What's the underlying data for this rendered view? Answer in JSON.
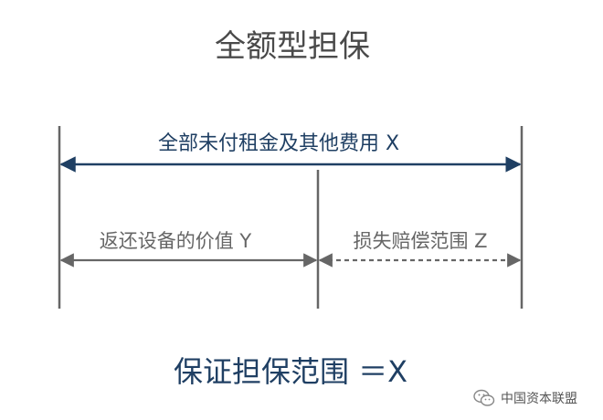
{
  "title": "全额型担保",
  "labels": {
    "total": "全部未付租金及其他费用 X",
    "return_value": "返还设备的价值 Y",
    "loss_scope": "损失赔偿范围 Z",
    "formula": "保证担保范围 ＝X"
  },
  "watermark": "中国资本联盟",
  "colors": {
    "dark_blue": "#1f3f63",
    "gray": "#666666",
    "title": "#4a4a4a"
  }
}
